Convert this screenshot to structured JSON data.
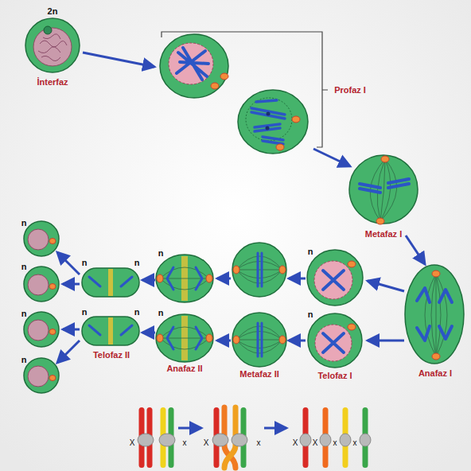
{
  "diagram": {
    "labels": [
      "2n",
      "İnterfaz",
      "Profaz I",
      "Metafaz I",
      "n",
      "n",
      "n",
      "n",
      "n",
      "n",
      "n",
      "n",
      "n",
      "n",
      "n",
      "Anafaz I",
      "Telofaz I",
      "Metafaz II",
      "Anafaz II",
      "Telofaz II",
      "n",
      "X",
      "x",
      "X",
      "x",
      "X",
      "X",
      "x",
      "x"
    ]
  }
}
